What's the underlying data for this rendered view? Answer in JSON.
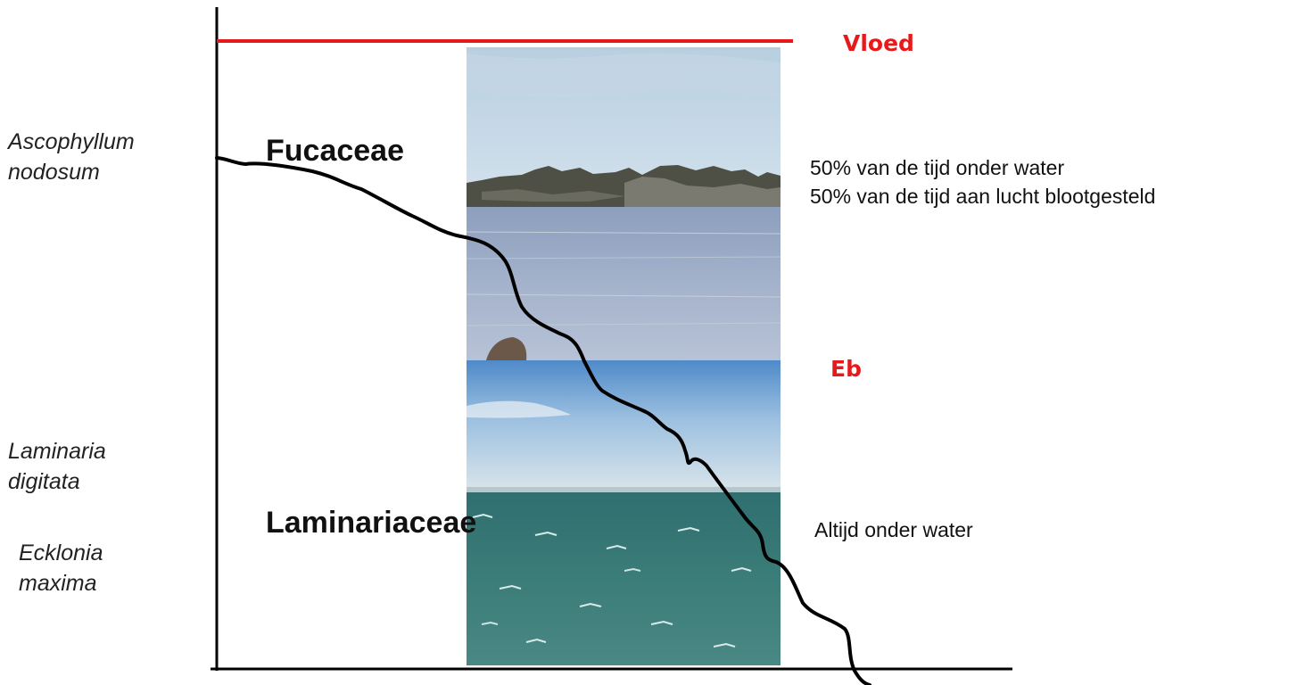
{
  "species": {
    "ascophyllum": [
      "Ascophyllum",
      "nodosum"
    ],
    "laminaria": [
      "Laminaria",
      "digitata"
    ],
    "ecklonia": [
      "Ecklonia",
      "maxima"
    ]
  },
  "families": {
    "upper": "Fucaceae",
    "lower": "Laminariaceae"
  },
  "tide": {
    "high": "Vloed",
    "low": "Eb"
  },
  "notes": {
    "upper_line1": "50% van de tijd onder water",
    "upper_line2": "50% van de tijd aan lucht blootgesteld",
    "lower": "Altijd onder water"
  },
  "colors": {
    "tide_line": "#e8191a",
    "tide_text": "#e8191a",
    "axis": "#000000",
    "shore_profile": "#000000"
  },
  "photos": {
    "upper": "rocky-coast-calm-water-photo",
    "lower": "open-sea-choppy-water-photo"
  }
}
